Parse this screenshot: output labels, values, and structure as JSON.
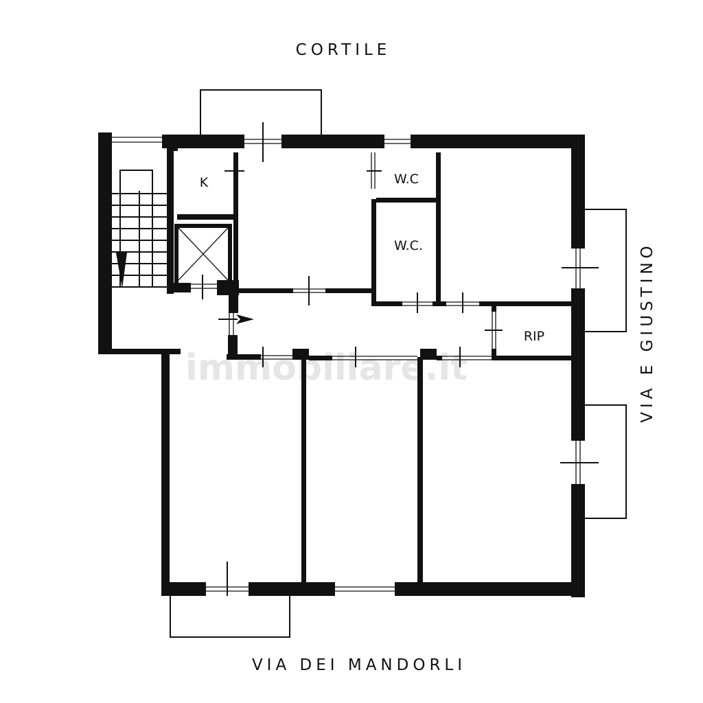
{
  "streets": {
    "top": "CORTILE",
    "bottom": "VIA DEI MANDORLI",
    "right": "VIA E GIUSTINO"
  },
  "rooms": {
    "kitchen": "K",
    "wc1": "W.C",
    "wc2": "W.C.",
    "storage": "RIP"
  },
  "watermark": "immobiliare.it",
  "colors": {
    "wall": "#111111",
    "background": "#ffffff"
  }
}
